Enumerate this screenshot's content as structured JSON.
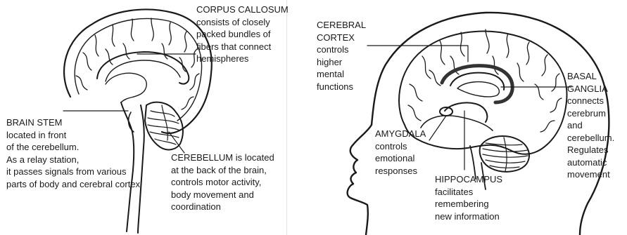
{
  "labels": {
    "corpus_callosum": {
      "title": "CORPUS CALLOSUM",
      "lines": [
        "consists of closely",
        "packed bundles of",
        "fibers that connect",
        "hemispheres"
      ]
    },
    "cerebral_cortex": {
      "title": "CEREBRAL",
      "lines": [
        "CORTEX",
        "controls",
        "higher",
        "mental",
        "functions"
      ]
    },
    "brain_stem": {
      "title": "BRAIN STEM",
      "lines": [
        "located in front",
        "of the cerebellum.",
        "As a relay station,",
        "it passes signals from various",
        "parts of body and cerebral cortex"
      ]
    },
    "cerebellum": {
      "title": "CEREBELLUM",
      "title_suffix": " is located",
      "lines": [
        "at the back of the brain,",
        "controls motor activity,",
        "body movement and",
        "coordination"
      ]
    },
    "basal_ganglia": {
      "title": "BASAL",
      "lines": [
        "GANGLIA",
        "connects",
        "cerebrum",
        "and",
        "cerebellum.",
        "Regulates",
        "automatic",
        "movement"
      ]
    },
    "amygdala": {
      "title": "AMYGDALA",
      "lines": [
        "controls",
        "emotional",
        "responses"
      ]
    },
    "hippocampus": {
      "title": "HIPPOCAMPUS",
      "lines": [
        "facilitates",
        "remembering",
        "new information"
      ]
    }
  }
}
